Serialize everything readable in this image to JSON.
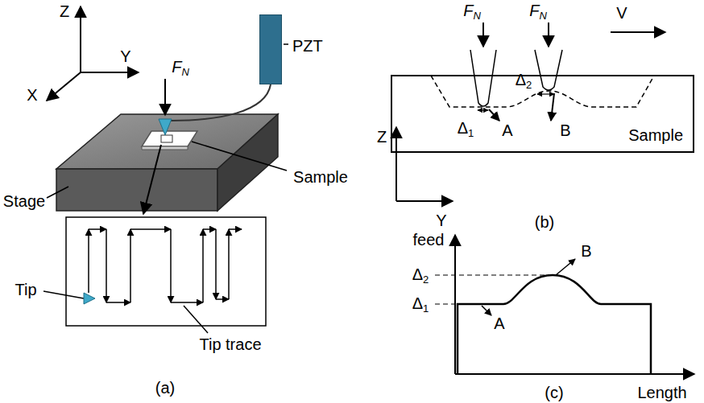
{
  "diagram": {
    "nodes": [
      {
        "text": [
          "PZT"
        ]
      },
      {
        "text": [
          "Sample"
        ]
      }
    ],
    "labels": [
      "Z",
      "Y",
      "X",
      "FN",
      "Sample",
      "Stage",
      "Tip",
      "Tip trace",
      "(a)",
      "FN",
      "FN",
      "V",
      "Z",
      "Y",
      "Δ1",
      "A",
      "Δ2",
      "B",
      "(b)",
      "feed",
      "Δ2",
      "Δ1",
      "B",
      "A",
      "Length",
      "(c)"
    ]
  }
}
